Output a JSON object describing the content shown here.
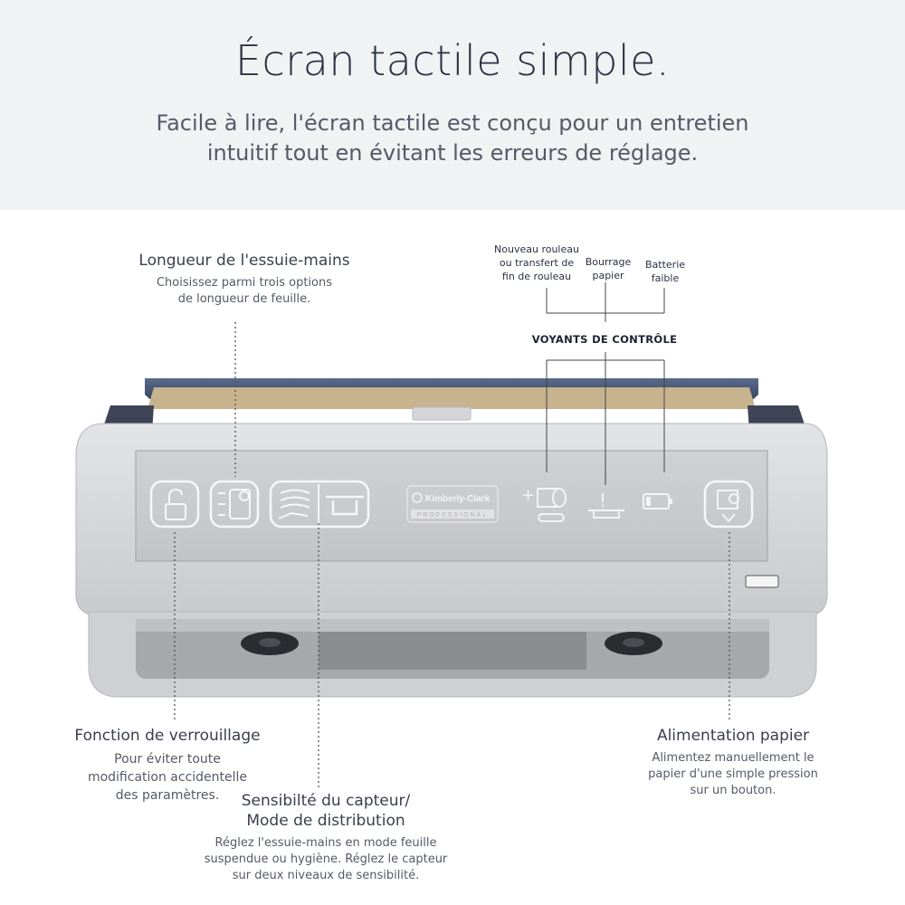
{
  "header": {
    "title": "Écran tactile simple.",
    "subtitle_line1": "Facile à lire, l'écran tactile est conçu pour un entretien",
    "subtitle_line2": "intuitif tout en évitant les erreurs de réglage."
  },
  "callouts": {
    "length": {
      "title": "Longueur de l'essuie-mains",
      "desc1": "Choisissez parmi trois options",
      "desc2": "de longueur de feuille."
    },
    "lock": {
      "title": "Fonction de verrouillage",
      "desc1": "Pour éviter toute",
      "desc2": "modification accidentelle",
      "desc3": "des paramètres."
    },
    "sensor": {
      "title1": "Sensibilté du capteur/",
      "title2": "Mode de distribution",
      "desc1": "Réglez l'essuie-mains en mode feuille",
      "desc2": "suspendue ou hygiène. Réglez le capteur",
      "desc3": "sur deux niveaux de sensibilité."
    },
    "feed": {
      "title": "Alimentation papier",
      "desc1": "Alimentez manuellement le",
      "desc2": "papier d'une simple pression",
      "desc3": "sur un bouton."
    }
  },
  "indicators": {
    "heading": "VOYANTS DE CONTRÔLE",
    "new_roll": [
      "Nouveau rouleau",
      "ou transfert de",
      "fin de rouleau"
    ],
    "jam": [
      "Bourrage",
      "papier"
    ],
    "battery": [
      "Batterie",
      "faible"
    ]
  },
  "device": {
    "brand": "Kimberly-Clark",
    "brand_sub": "PROFESSIONAL",
    "plus_symbol": "+",
    "jam_symbol": "!"
  },
  "colors": {
    "header_bg": "#f1f2f4",
    "body_gray": "#d4d5d8",
    "lid_blue": "#3d4d6e",
    "tan": "#c7b48e",
    "text_dark": "#2b3142"
  }
}
